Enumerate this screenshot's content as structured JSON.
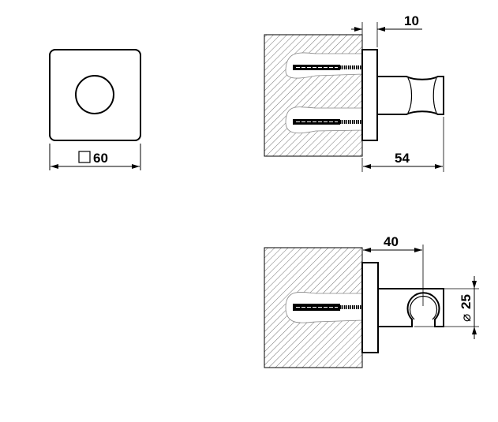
{
  "front_view": {
    "dimension_label": "60",
    "dimension_symbol": "square"
  },
  "side_view_hook": {
    "depth_label": "10",
    "projection_label": "54"
  },
  "side_view_holder": {
    "projection_label": "40",
    "diameter_label": "25",
    "diameter_symbol": "⌀"
  },
  "colors": {
    "line": "#000000",
    "background": "#ffffff"
  }
}
